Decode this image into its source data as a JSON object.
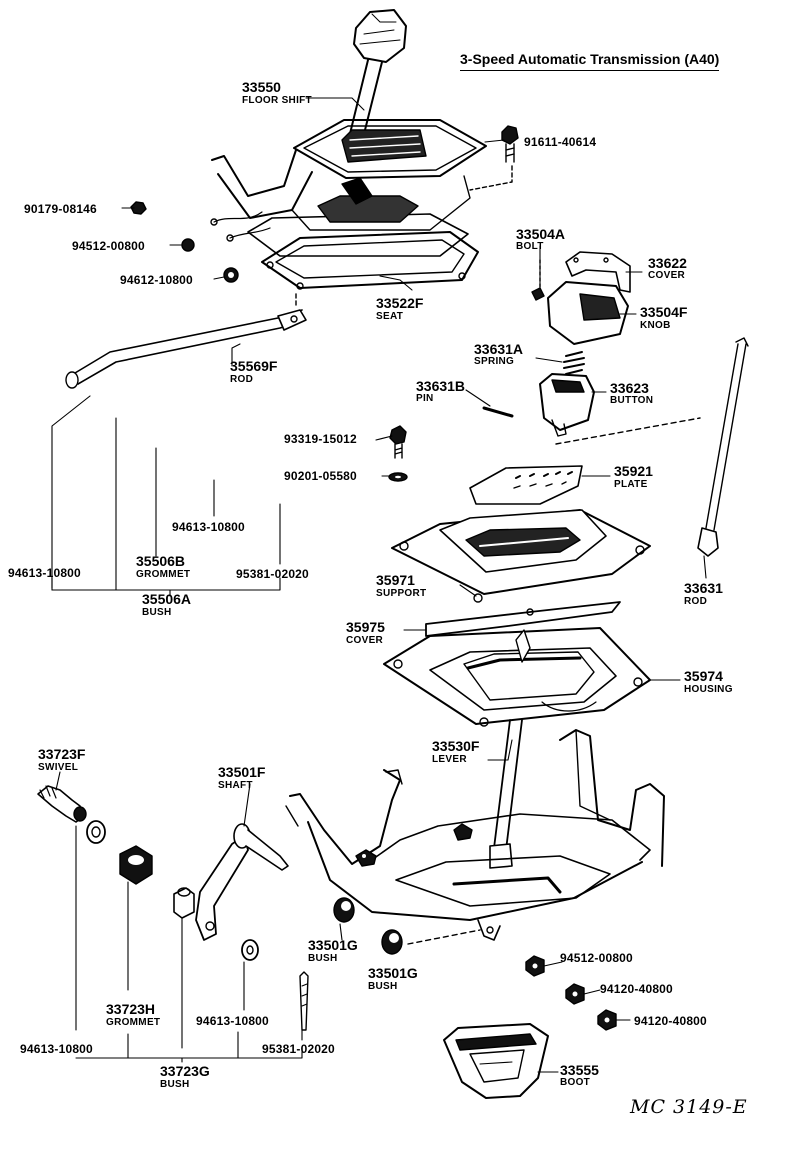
{
  "title": "3-Speed Automatic Transmission (A40)",
  "drawing_code": "MC 3149-E",
  "parts": {
    "floor_shift": {
      "number": "33550",
      "name": "FLOOR SHIFT"
    },
    "bolt_91611": {
      "number": "91611-40614"
    },
    "nut_90179": {
      "number": "90179-08146"
    },
    "nut_94512_top": {
      "number": "94512-00800"
    },
    "washer_94612": {
      "number": "94612-10800"
    },
    "seat": {
      "number": "33522F",
      "name": "SEAT"
    },
    "bolt_33504a": {
      "number": "33504A",
      "name": "BOLT"
    },
    "cover_33622": {
      "number": "33622",
      "name": "COVER"
    },
    "knob": {
      "number": "33504F",
      "name": "KNOB"
    },
    "spring": {
      "number": "33631A",
      "name": "SPRING"
    },
    "pin": {
      "number": "33631B",
      "name": "PIN"
    },
    "button": {
      "number": "33623",
      "name": "BUTTON"
    },
    "rod_35569f": {
      "number": "35569F",
      "name": "ROD"
    },
    "bolt_93319": {
      "number": "93319-15012"
    },
    "washer_90201": {
      "number": "90201-05580"
    },
    "plate": {
      "number": "35921",
      "name": "PLATE"
    },
    "washer_94613_a": {
      "number": "94613-10800"
    },
    "washer_94613_b": {
      "number": "94613-10800"
    },
    "grommet_35506b": {
      "number": "35506B",
      "name": "GROMMET"
    },
    "pin_95381_a": {
      "number": "95381-02020"
    },
    "bush_35506a": {
      "number": "35506A",
      "name": "BUSH"
    },
    "support": {
      "number": "35971",
      "name": "SUPPORT"
    },
    "rod_33631": {
      "number": "33631",
      "name": "ROD"
    },
    "cover_35975": {
      "number": "35975",
      "name": "COVER"
    },
    "housing": {
      "number": "35974",
      "name": "HOUSING"
    },
    "lever": {
      "number": "33530F",
      "name": "LEVER"
    },
    "swivel": {
      "number": "33723F",
      "name": "SWIVEL"
    },
    "shaft": {
      "number": "33501F",
      "name": "SHAFT"
    },
    "bush_33501g_a": {
      "number": "33501G",
      "name": "BUSH"
    },
    "bush_33501g_b": {
      "number": "33501G",
      "name": "BUSH"
    },
    "nut_94512_bottom": {
      "number": "94512-00800"
    },
    "nut_94120_a": {
      "number": "94120-40800"
    },
    "nut_94120_b": {
      "number": "94120-40800"
    },
    "grommet_33723h": {
      "number": "33723H",
      "name": "GROMMET"
    },
    "washer_94613_c": {
      "number": "94613-10800"
    },
    "washer_94613_d": {
      "number": "94613-10800"
    },
    "pin_95381_b": {
      "number": "95381-02020"
    },
    "bush_33723g": {
      "number": "33723G",
      "name": "BUSH"
    },
    "boot": {
      "number": "33555",
      "name": "BOOT"
    }
  }
}
